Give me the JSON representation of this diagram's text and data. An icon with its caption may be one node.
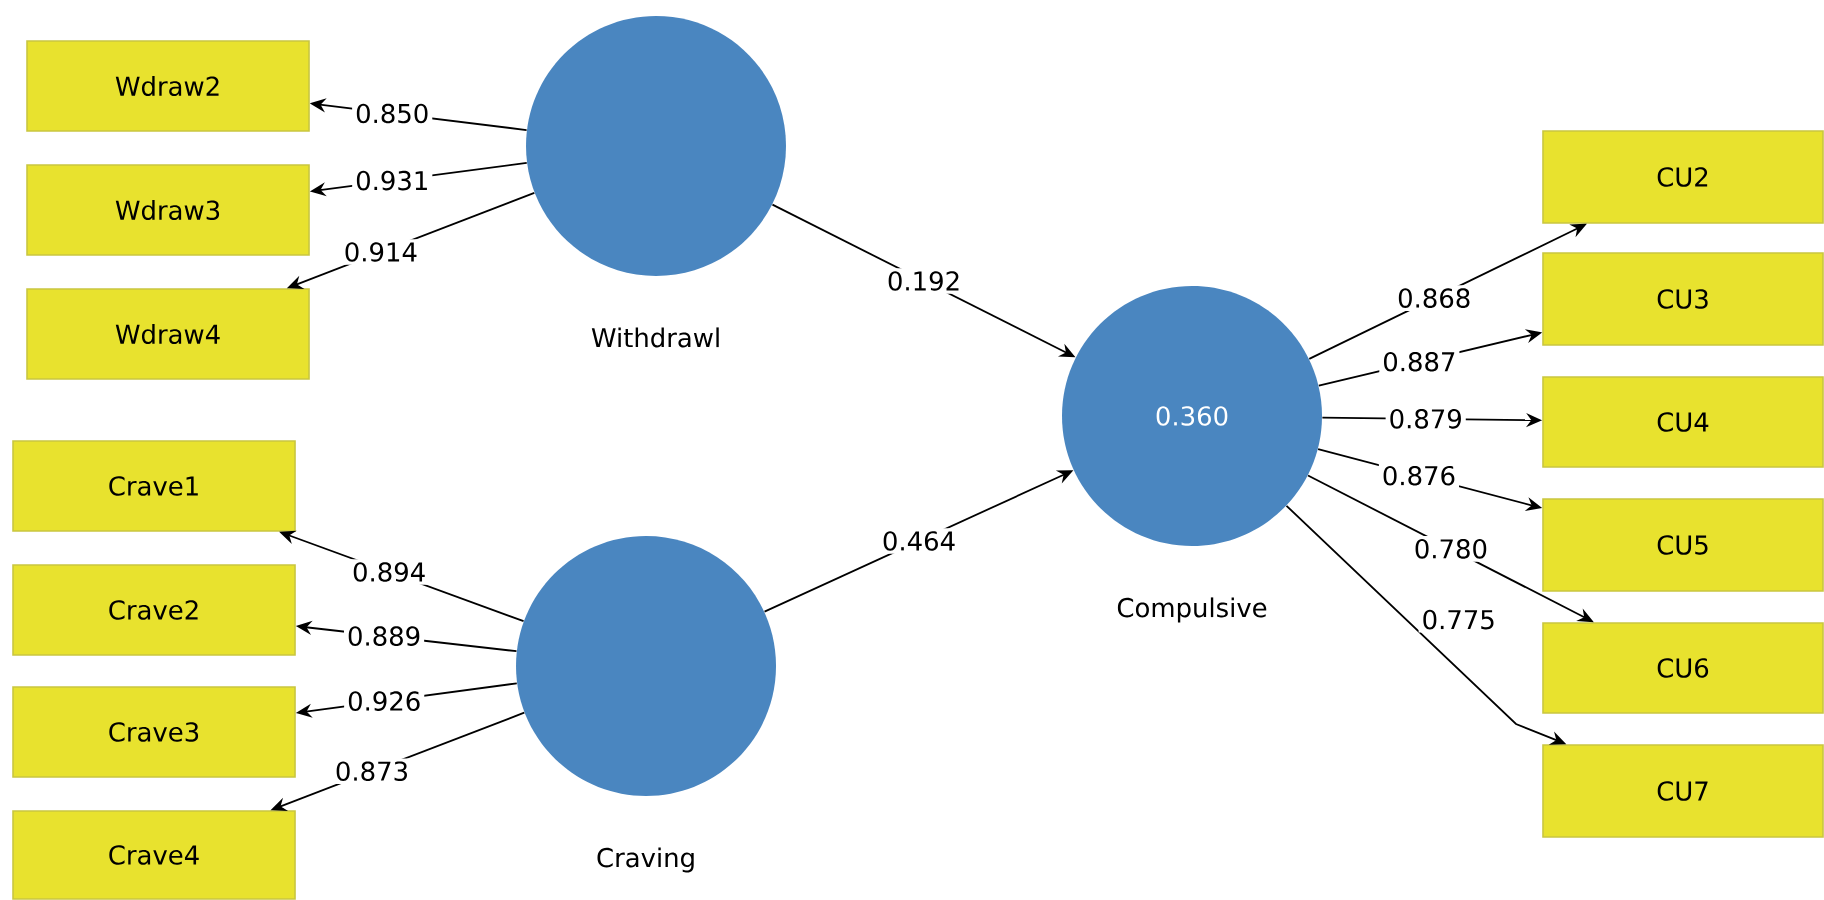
{
  "diagram": {
    "nodes": [
      {
        "text": [
          "Wdraw2"
        ]
      },
      {
        "text": [
          "Wdraw3"
        ]
      },
      {
        "text": [
          "Wdraw4"
        ]
      },
      {
        "text": [
          "Withdrawl"
        ]
      },
      {
        "text": [
          "0.360",
          "Compulsive"
        ]
      },
      {
        "text": [
          "CU2"
        ]
      },
      {
        "text": [
          "CU3"
        ]
      },
      {
        "text": [
          "CU4"
        ]
      },
      {
        "text": [
          "CU5"
        ]
      },
      {
        "text": [
          "CU6"
        ]
      },
      {
        "text": [
          "CU7"
        ]
      },
      {
        "text": [
          "Crave1"
        ]
      },
      {
        "text": [
          "Crave2"
        ]
      },
      {
        "text": [
          "Crave3"
        ]
      },
      {
        "text": [
          "Crave4"
        ]
      },
      {
        "text": [
          "Craving"
        ]
      }
    ],
    "edges": [
      {
        "from": 3,
        "to": 0,
        "arrow": "to",
        "label": "0.850"
      },
      {
        "from": 3,
        "to": 1,
        "arrow": "to",
        "label": "0.931"
      },
      {
        "from": 3,
        "to": 2,
        "arrow": "to",
        "label": "0.914"
      },
      {
        "from": 3,
        "to": 4,
        "arrow": "to",
        "label": "0.192"
      },
      {
        "from": 15,
        "to": 4,
        "arrow": "to",
        "label": "0.464"
      },
      {
        "from": 4,
        "to": 5,
        "arrow": "to",
        "label": "0.868"
      },
      {
        "from": 4,
        "to": 6,
        "arrow": "to",
        "label": "0.887"
      },
      {
        "from": 4,
        "to": 7,
        "arrow": "to",
        "label": "0.879"
      },
      {
        "from": 4,
        "to": 8,
        "arrow": "to",
        "label": "0.876"
      },
      {
        "from": 4,
        "to": 9,
        "arrow": "to",
        "label": "0.780"
      },
      {
        "from": 4,
        "to": 10,
        "arrow": "to",
        "label": "0.775"
      },
      {
        "from": 15,
        "to": 11,
        "arrow": "to",
        "label": "0.894"
      },
      {
        "from": 15,
        "to": 12,
        "arrow": "to",
        "label": "0.889"
      },
      {
        "from": 15,
        "to": 13,
        "arrow": "to",
        "label": "0.926"
      },
      {
        "from": 15,
        "to": 14,
        "arrow": "to",
        "label": "0.873"
      }
    ]
  }
}
